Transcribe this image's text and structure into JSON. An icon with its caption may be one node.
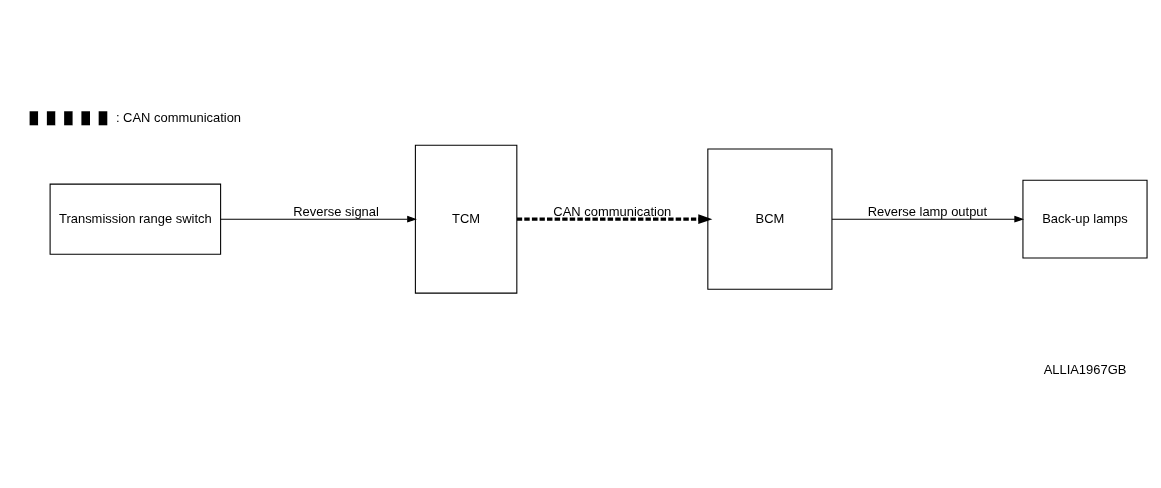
{
  "diagram": {
    "nodes": [
      {
        "text": [
          "Transmission range switch"
        ]
      },
      {
        "text": [
          "TCM"
        ]
      },
      {
        "text": [
          "BCM"
        ]
      },
      {
        "text": [
          "Back-up lamps"
        ]
      }
    ],
    "edges": [
      {
        "from": 0,
        "to": 1,
        "arrow": "to",
        "label": "Reverse signal"
      },
      {
        "from": 1,
        "to": 2,
        "arrow": "to",
        "label": "CAN communication",
        "style": "dashed"
      },
      {
        "from": 2,
        "to": 3,
        "arrow": "to",
        "label": "Reverse lamp output"
      }
    ],
    "labels": [
      "ALLIA1967GB"
    ],
    "legend": [
      {
        "text": ": CAN communication"
      }
    ]
  }
}
